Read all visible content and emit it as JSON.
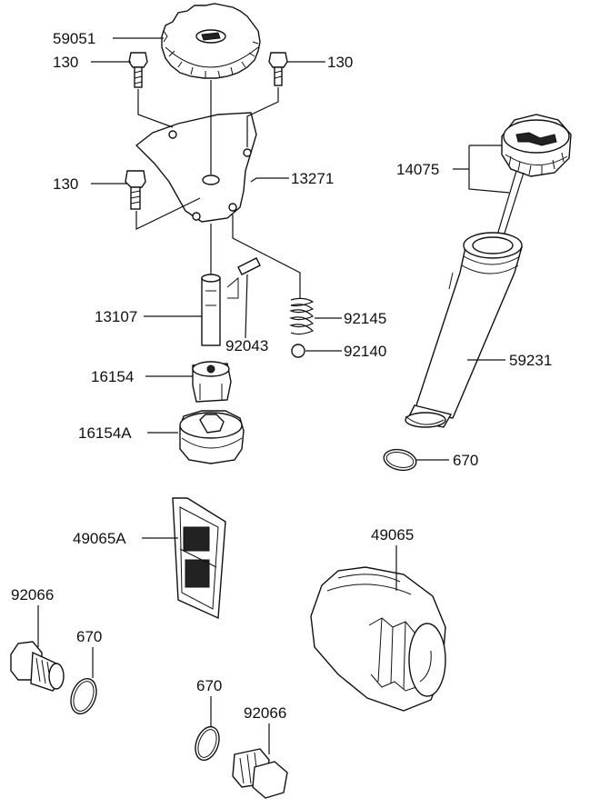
{
  "parts": {
    "p59051": "59051",
    "p130_a": "130",
    "p130_b": "130",
    "p130_c": "130",
    "p13271": "13271",
    "p14075": "14075",
    "p13107": "13107",
    "p92043": "92043",
    "p92145": "92145",
    "p92140": "92140",
    "p16154": "16154",
    "p16154A": "16154A",
    "p59231": "59231",
    "p670_a": "670",
    "p49065A": "49065A",
    "p49065": "49065",
    "p92066_a": "92066",
    "p670_b": "670",
    "p670_c": "670",
    "p92066_b": "92066"
  }
}
